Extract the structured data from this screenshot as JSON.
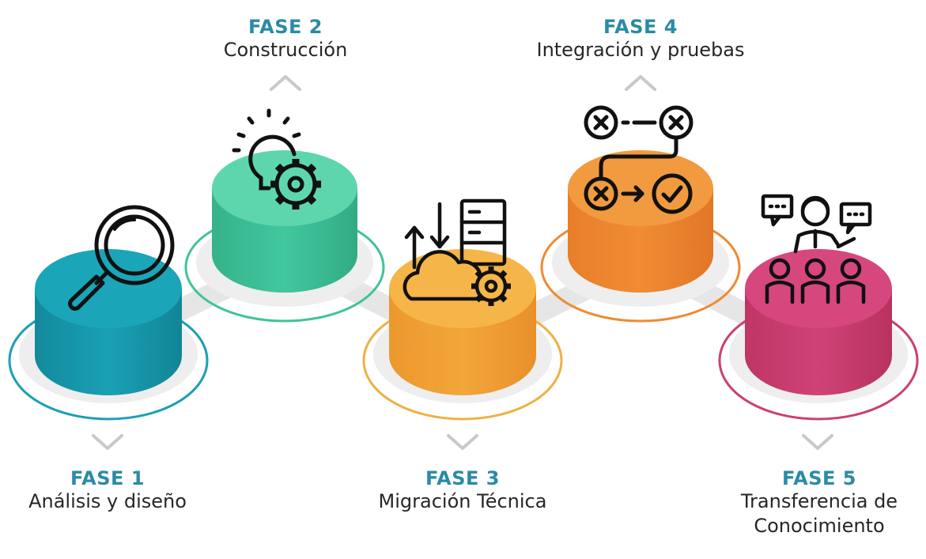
{
  "phases": [
    {
      "num": "FASE 1",
      "name": "Análisis y diseño",
      "color": "#1aa0b4",
      "icon": "magnifier-icon"
    },
    {
      "num": "FASE 2",
      "name": "Construcción",
      "color": "#3ec39a",
      "icon": "lightbulb-gear-icon"
    },
    {
      "num": "FASE 3",
      "name": "Migración Técnica",
      "color": "#f0a437",
      "icon": "cloud-server-icon"
    },
    {
      "num": "FASE 4",
      "name": "Integración y pruebas",
      "color": "#ef8a32",
      "icon": "test-flow-icon"
    },
    {
      "num": "FASE 5",
      "name": "Transferencia de Conocimiento",
      "color": "#cc3f73",
      "icon": "presenter-audience-icon"
    }
  ],
  "colors": {
    "heading": "#2a8ba6",
    "connector": "#e3e3e3",
    "base": "#eeeeee",
    "chevron": "#c8c8c8"
  }
}
